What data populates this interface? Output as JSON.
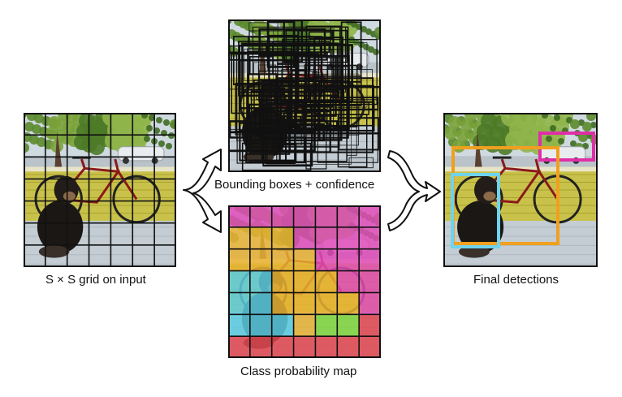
{
  "captions": {
    "grid_input": "S × S grid on input",
    "bounding_boxes": "Bounding boxes + confidence",
    "class_map": "Class probability map",
    "final": "Final detections"
  },
  "grid_size": 7,
  "class_map_colors": [
    [
      "magenta",
      "magenta",
      "magenta",
      "magenta",
      "magenta",
      "magenta",
      "magenta"
    ],
    [
      "orange",
      "orange",
      "orange",
      "magenta",
      "magenta",
      "magenta",
      "magenta"
    ],
    [
      "orange",
      "orange",
      "orange",
      "orange",
      "magenta",
      "magenta",
      "magenta"
    ],
    [
      "cyan",
      "cyan",
      "orange",
      "orange",
      "orange",
      "magenta",
      "magenta"
    ],
    [
      "cyan",
      "cyan",
      "orange",
      "orange",
      "orange",
      "orange",
      "magenta"
    ],
    [
      "cyan",
      "cyan",
      "cyan",
      "orange",
      "green",
      "green",
      "red"
    ],
    [
      "red",
      "red",
      "red",
      "red",
      "red",
      "red",
      "red"
    ]
  ],
  "colors": {
    "magenta": "#e04bb8",
    "orange": "#e9b233",
    "cyan": "#5ccbe0",
    "green": "#7fd63a",
    "red": "#e2454f",
    "detect_orange": "#f0a01e",
    "detect_cyan": "#6fd3ee",
    "detect_magenta": "#e02ea8"
  },
  "detections": [
    {
      "label": "car",
      "color": "detect_magenta"
    },
    {
      "label": "bicycle",
      "color": "detect_orange"
    },
    {
      "label": "dog",
      "color": "detect_cyan"
    }
  ]
}
